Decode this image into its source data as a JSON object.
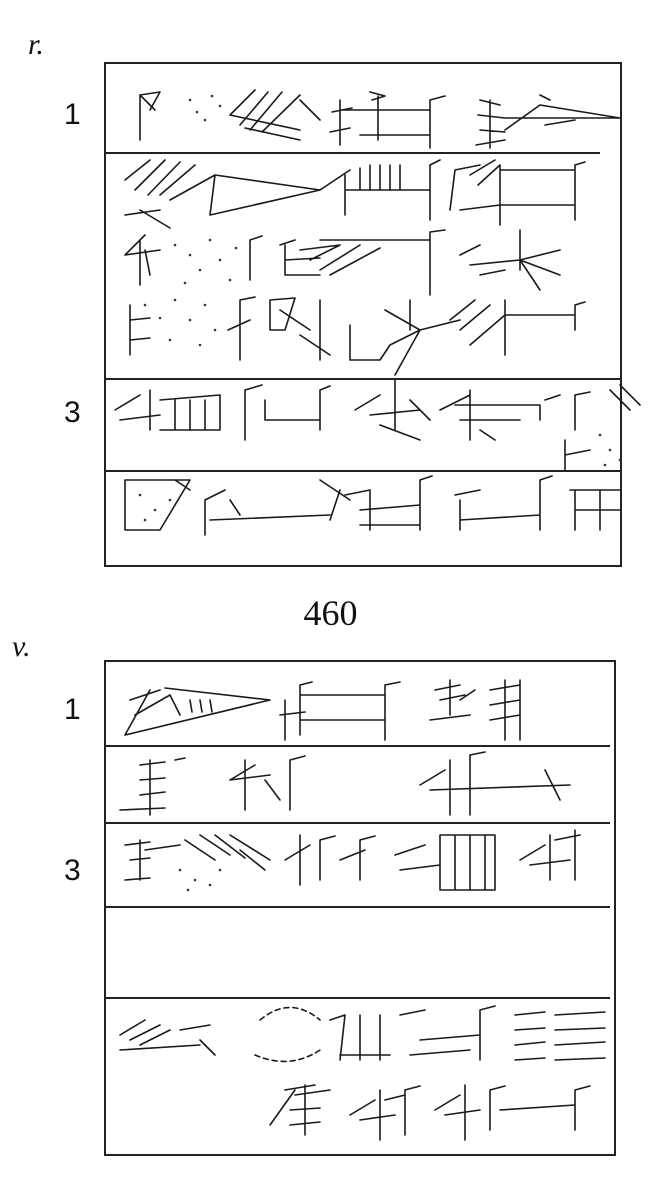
{
  "obverse_label": "r.",
  "reverse_label": "v.",
  "tablet_number": "460",
  "obverse_line_numbers": [
    "1",
    "3"
  ],
  "reverse_line_numbers": [
    "1",
    "3"
  ]
}
